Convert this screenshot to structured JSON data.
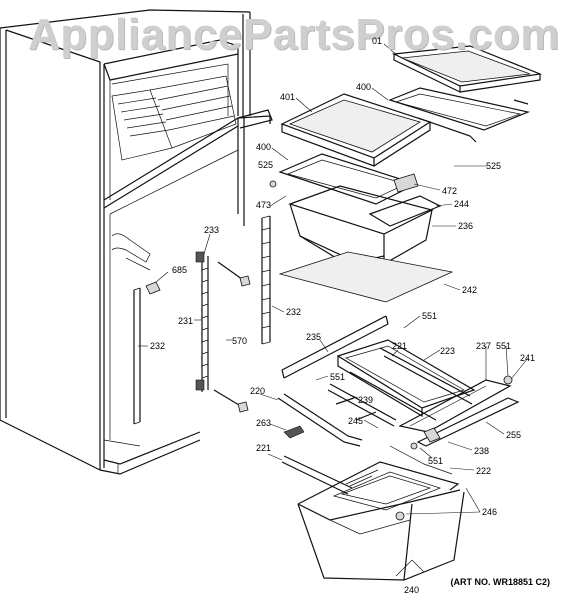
{
  "watermark": "AppliancePartsPros.com",
  "art_number": "(ART NO. WR18851 C2)",
  "callouts": {
    "c01": "01",
    "c400a": "400",
    "c401": "401",
    "c400b": "400",
    "c525a": "525",
    "c525b": "525",
    "c472": "472",
    "c473": "473",
    "c244": "244",
    "c236": "236",
    "c233": "233",
    "c685": "685",
    "c242": "242",
    "c231": "231",
    "c570": "570",
    "c232a": "232",
    "c232b": "232",
    "c551a": "551",
    "c235": "235",
    "c221a": "221",
    "c223": "223",
    "c237": "237",
    "c551b": "551",
    "c241": "241",
    "c551c": "551",
    "c220": "220",
    "c239": "239",
    "c263": "263",
    "c245": "245",
    "c255": "255",
    "c238": "238",
    "c551d": "551",
    "c222": "222",
    "c221b": "221",
    "c246": "246",
    "c240": "240"
  }
}
